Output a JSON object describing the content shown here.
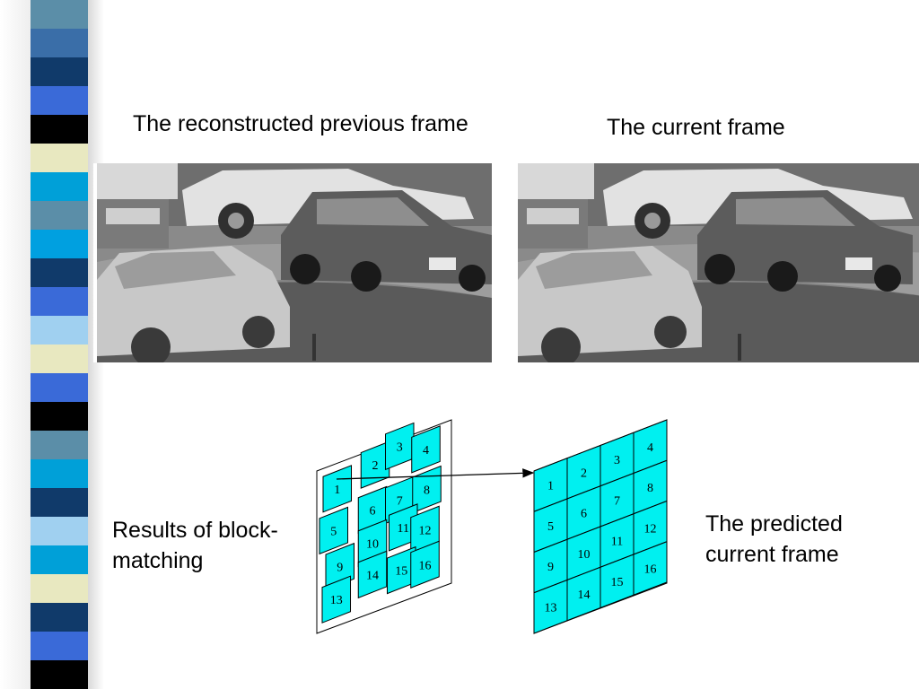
{
  "captions": {
    "previous_frame": "The reconstructed previous frame",
    "current_frame": "The current frame",
    "results": "Results of block-matching",
    "predicted": "The predicted current frame"
  },
  "colors": {
    "block_fill": "#00f0f0",
    "block_stroke": "#000000",
    "stripe": [
      "#5b8ea8",
      "#3a6ea8",
      "#103a6a",
      "#3a6ad8",
      "#000000",
      "#e8e8c0",
      "#00a0d8",
      "#5b8ea8",
      "#00a0e0",
      "#103a6a",
      "#3a6ad8",
      "#a0d0f0",
      "#e8e8c0",
      "#3a6ad8",
      "#000000",
      "#5b8ea8",
      "#00a0d8",
      "#103a6a",
      "#a0d0f0",
      "#00a0d8",
      "#e8e8c0",
      "#103a6a",
      "#3a6ad8",
      "#000000"
    ]
  },
  "images": {
    "previous": "grayscale traffic photo",
    "current": "grayscale traffic photo"
  },
  "blocks": {
    "labels": [
      "1",
      "2",
      "3",
      "4",
      "5",
      "6",
      "7",
      "8",
      "9",
      "10",
      "11",
      "12",
      "13",
      "14",
      "15",
      "16"
    ]
  }
}
